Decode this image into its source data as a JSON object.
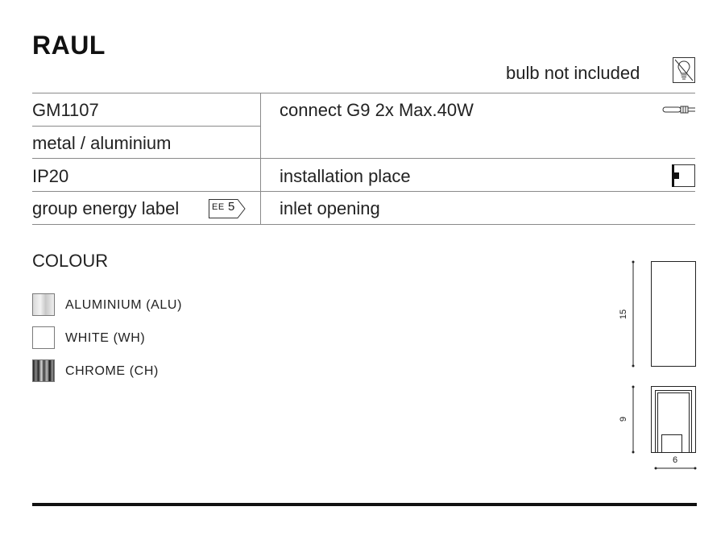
{
  "title": "RAUL",
  "bulb_note": "bulb not included",
  "rows": {
    "code": "GM1107",
    "material": "metal / aluminium",
    "ip": "IP20",
    "energy_label": "group energy label",
    "energy_badge_prefix": "EE",
    "energy_badge_value": "5",
    "connect": "connect G9 2x Max.40W",
    "installation": "installation place",
    "inlet": "inlet opening"
  },
  "colour_section": {
    "title": "COLOUR",
    "items": [
      {
        "label": "ALUMINIUM (ALU)",
        "color": "#d9d9d9"
      },
      {
        "label": "WHITE (WH)",
        "color": "#ffffff"
      },
      {
        "label": "CHROME (CH)",
        "color": "#4a4a4a"
      }
    ]
  },
  "dimensions": {
    "height": "15",
    "depth": "9",
    "width": "6"
  },
  "icons": {
    "bulb": "bulb-crossed-icon",
    "g9": "g9-bulb-icon",
    "installation": "wall-mount-icon"
  }
}
